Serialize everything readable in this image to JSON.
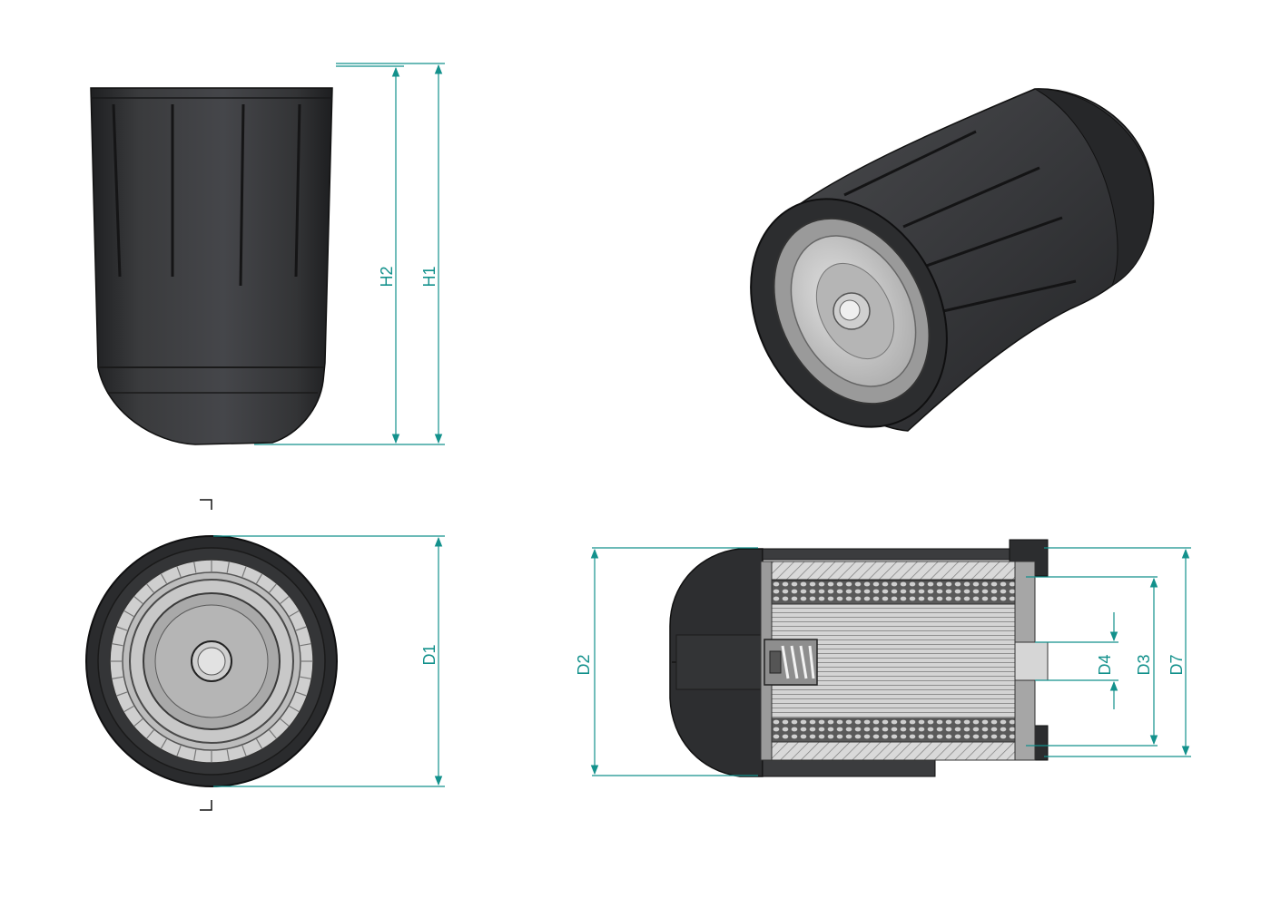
{
  "colors": {
    "dimension": "#13918c",
    "body_dark": "#2f3032",
    "body_mid": "#3b3c3e",
    "metal": "#c9c9c9",
    "outline": "#111111"
  },
  "dimensions": {
    "h1": "H1",
    "h2": "H2",
    "d1": "D1",
    "d2": "D2",
    "d3": "D3",
    "d4": "D4",
    "d7": "D7"
  }
}
